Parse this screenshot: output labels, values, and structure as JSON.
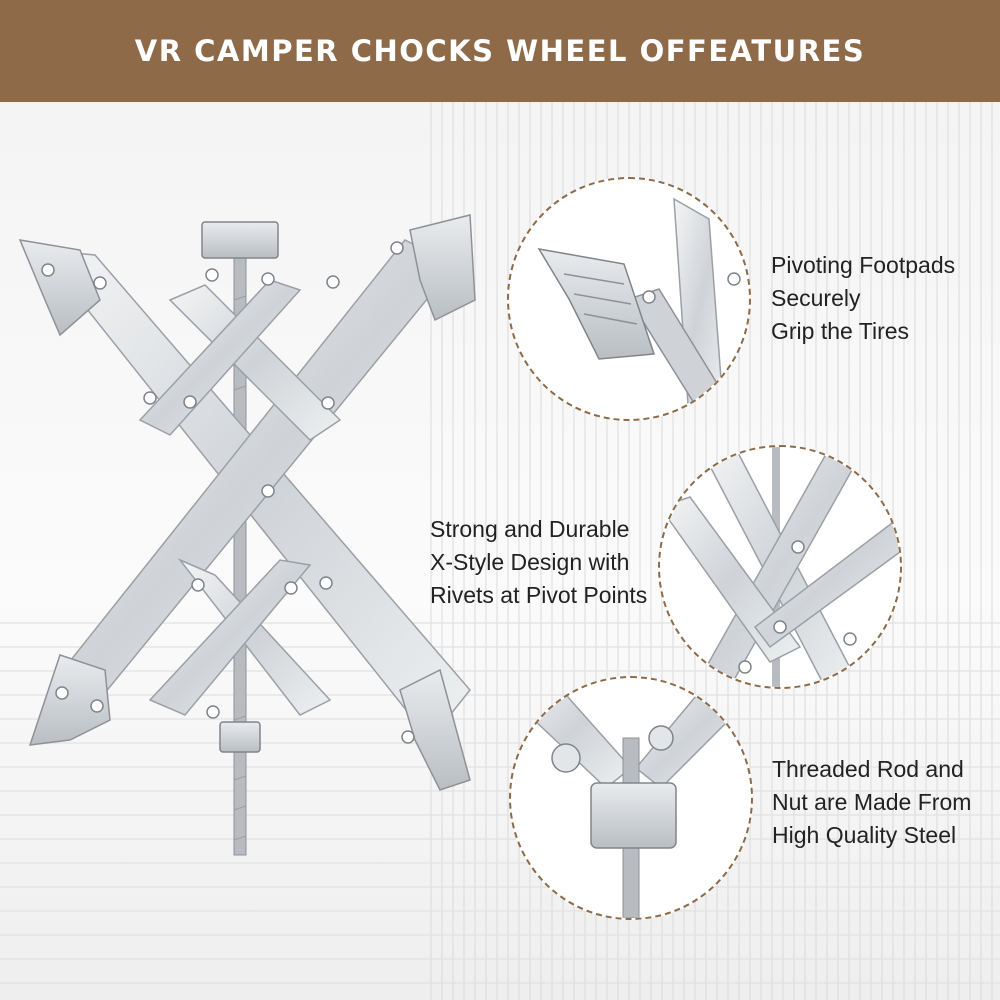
{
  "header": {
    "title": "VR CAMPER CHOCKS WHEEL OFFEATURES"
  },
  "features": [
    {
      "lines": [
        "Pivoting Footpads",
        "Securely",
        "Grip the Tires"
      ]
    },
    {
      "lines": [
        "Strong and Durable",
        "X-Style Design with",
        "Rivets at Pivot Points"
      ]
    },
    {
      "lines": [
        "Threaded Rod and",
        "Nut are Made From",
        "High Quality Steel"
      ]
    }
  ],
  "colors": {
    "banner": "#8e6a48",
    "circle_border": "#8e6a48",
    "steel": "#d9dcdf"
  }
}
